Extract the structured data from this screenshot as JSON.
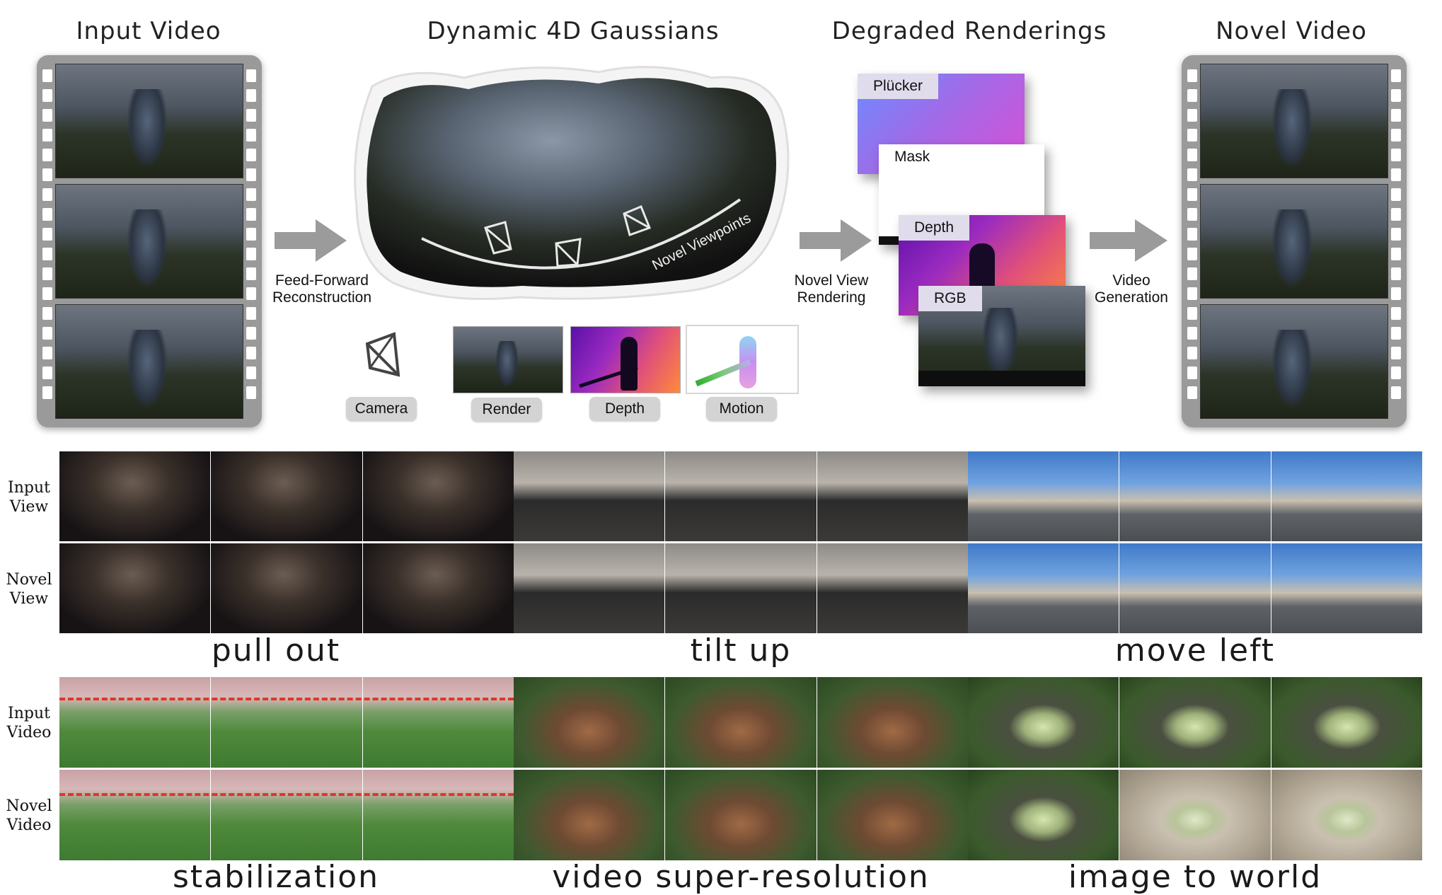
{
  "pipeline": {
    "input_video_title": "Input Video",
    "gaussians_title": "Dynamic 4D Gaussians",
    "degraded_title": "Degraded Renderings",
    "novel_video_title": "Novel Video",
    "step1_label": "Feed-Forward\nReconstruction",
    "step2_label": "Novel View\nRendering",
    "step3_label": "Video\nGeneration",
    "novel_viewpoints": "Novel Viewpoints",
    "chips": [
      "Camera",
      "Render",
      "Depth",
      "Motion"
    ],
    "renderings": [
      "Plücker",
      "Mask",
      "Depth",
      "RGB"
    ]
  },
  "examples": {
    "row_labels_view": [
      "Input\nView",
      "Novel\nView"
    ],
    "row_labels_video": [
      "Input\nVideo",
      "Novel\nVideo"
    ],
    "captions_top": [
      "pull out",
      "tilt up",
      "move left"
    ],
    "captions_bottom": [
      "stabilization",
      "video super-resolution",
      "image to world"
    ]
  },
  "colors": {
    "arrow": "#9b9b9b",
    "film": "#9a9a9a",
    "horizon_dash": "#e0352b",
    "plucker_from": "#6a8cff",
    "plucker_to": "#d94fd6",
    "depth_from": "#5a10a8",
    "depth_to": "#ff8a3a"
  }
}
